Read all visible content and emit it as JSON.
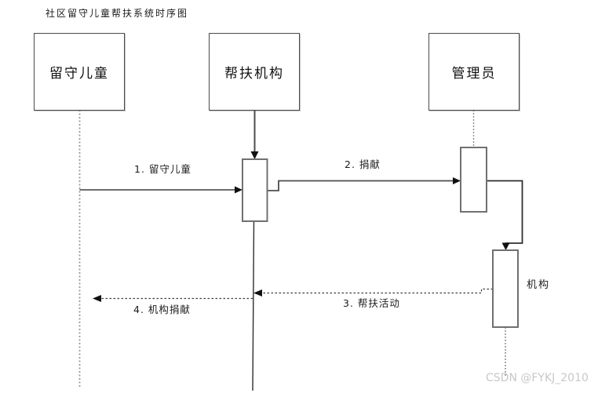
{
  "title": "社区留守儿童帮扶系统时序图",
  "actors": [
    {
      "label": "留守儿童"
    },
    {
      "label": "帮扶机构"
    },
    {
      "label": "管理员"
    }
  ],
  "messages": [
    {
      "label": "1. 留守儿童"
    },
    {
      "label": "2. 捐献"
    },
    {
      "label": "3. 帮扶活动"
    },
    {
      "label": "4. 机构捐献"
    }
  ],
  "object_label": "机构",
  "watermark": "CSDN @FYKJ_2010",
  "colors": {
    "background": "#ffffff",
    "message_line": "#3d3d3d",
    "lifeline_dashed": "#9a9a9a",
    "actor_border": "#4a4a4a",
    "activation_border": "#707070",
    "arrowhead": "#111111",
    "watermark": "#c8c8c8"
  }
}
